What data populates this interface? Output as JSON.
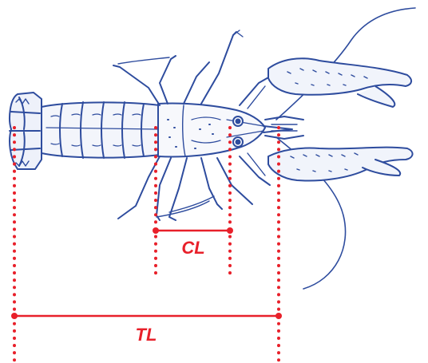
{
  "diagram": {
    "illustration_subject": "crayfish",
    "colors": {
      "illustration": "#2E4C9E",
      "measure": "#E8202A"
    },
    "measurements": {
      "carapace_length": {
        "label": "CL"
      },
      "total_length": {
        "label": "TL"
      }
    }
  }
}
